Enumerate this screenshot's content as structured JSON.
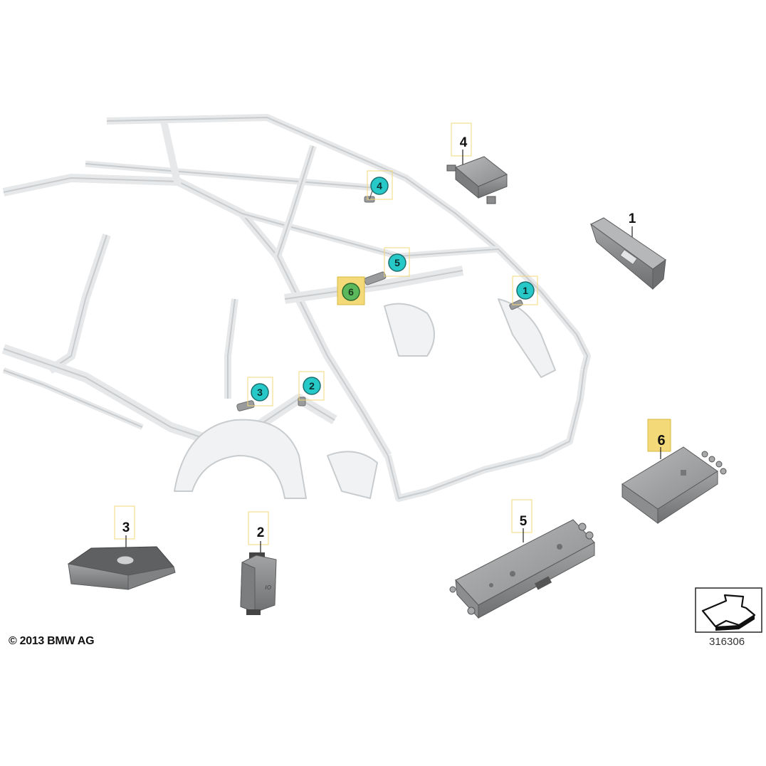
{
  "diagram": {
    "copyright": "© 2013 BMW AG",
    "diagram_number": "316306",
    "body_markers": [
      {
        "label": "4",
        "highlighted": false
      },
      {
        "label": "5",
        "highlighted": false
      },
      {
        "label": "6",
        "highlighted": true
      },
      {
        "label": "1",
        "highlighted": false
      },
      {
        "label": "3",
        "highlighted": false
      },
      {
        "label": "2",
        "highlighted": false
      }
    ],
    "part_callouts": [
      {
        "label": "4",
        "highlighted": false
      },
      {
        "label": "1",
        "highlighted": false
      },
      {
        "label": "6",
        "highlighted": true
      },
      {
        "label": "5",
        "highlighted": false
      },
      {
        "label": "3",
        "highlighted": false
      },
      {
        "label": "2",
        "highlighted": false
      }
    ]
  },
  "colors": {
    "marker_fill": "#27c8c8",
    "marker_highlight_fill": "#5cb85c",
    "highlight_box": "#f3d978",
    "part_gray": "#8f9091",
    "frame_line": "#cfd2d4"
  }
}
